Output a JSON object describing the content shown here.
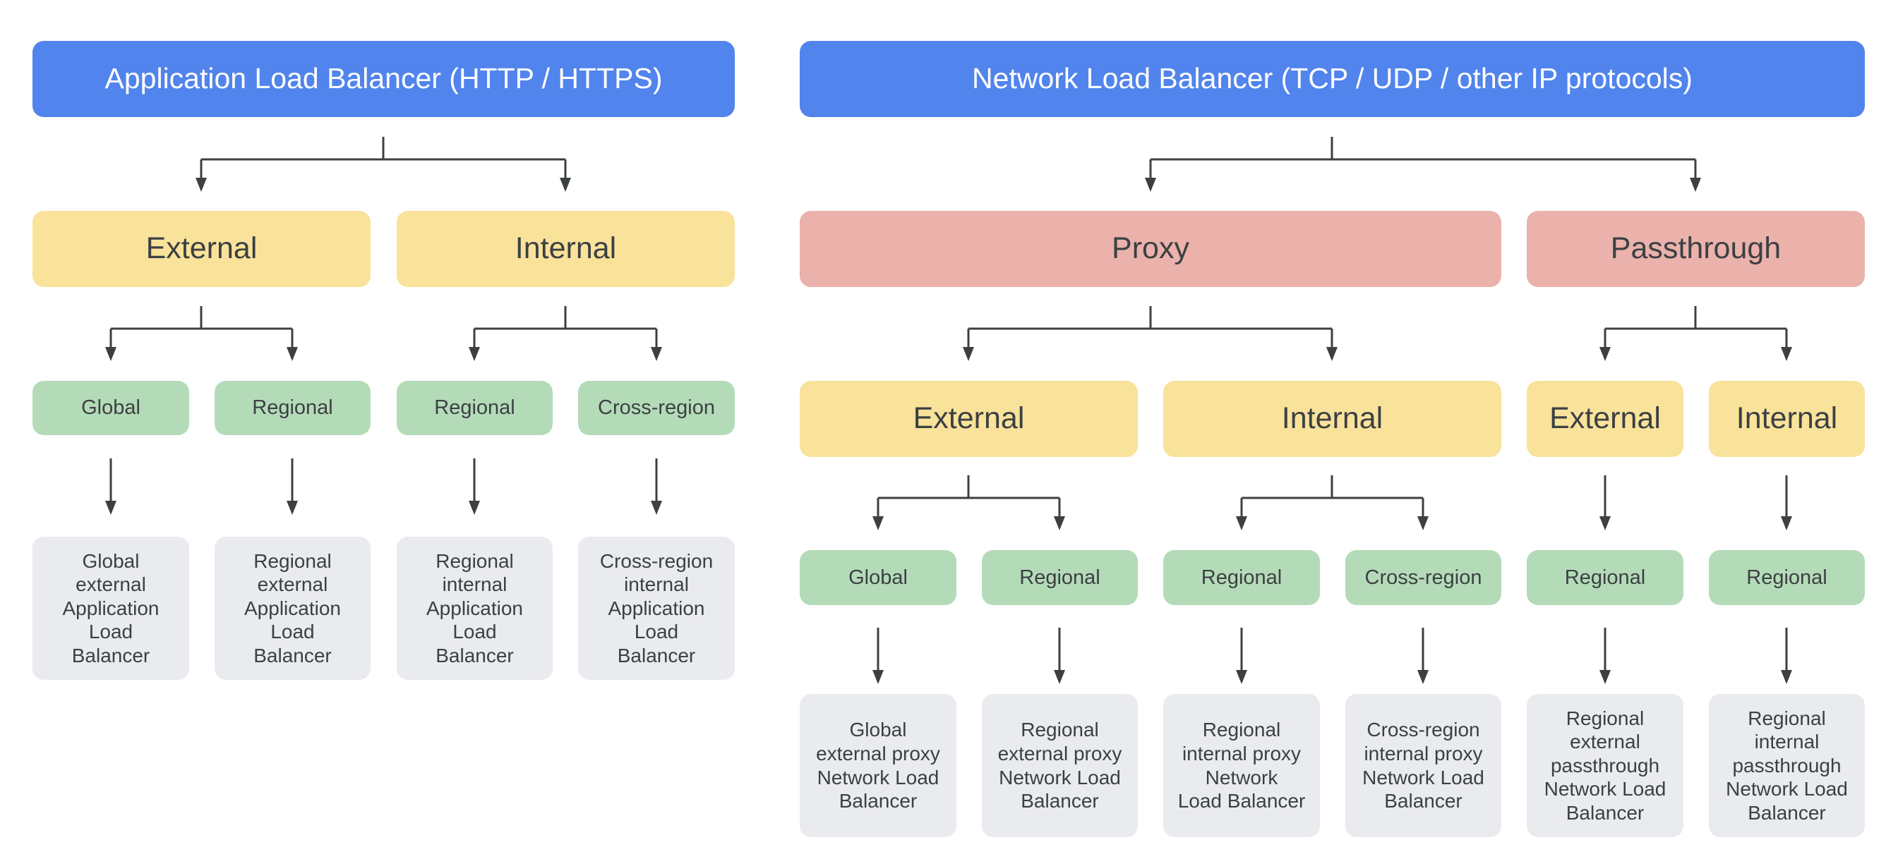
{
  "alb": {
    "title": "Application Load Balancer (HTTP / HTTPS)",
    "external": {
      "label": "External",
      "global": {
        "label": "Global",
        "product": "Global\nexternal\nApplication\nLoad\nBalancer"
      },
      "regional": {
        "label": "Regional",
        "product": "Regional\nexternal\nApplication\nLoad\nBalancer"
      }
    },
    "internal": {
      "label": "Internal",
      "regional": {
        "label": "Regional",
        "product": "Regional\ninternal\nApplication\nLoad\nBalancer"
      },
      "cross_region": {
        "label": "Cross-region",
        "product": "Cross-region\ninternal\nApplication\nLoad\nBalancer"
      }
    }
  },
  "nlb": {
    "title": "Network Load Balancer (TCP / UDP / other IP protocols)",
    "proxy": {
      "label": "Proxy",
      "external": {
        "label": "External",
        "global": {
          "label": "Global",
          "product": "Global\nexternal proxy\nNetwork Load\nBalancer"
        },
        "regional": {
          "label": "Regional",
          "product": "Regional\nexternal proxy\nNetwork Load\nBalancer"
        }
      },
      "internal": {
        "label": "Internal",
        "regional": {
          "label": "Regional",
          "product": "Regional\ninternal proxy\nNetwork\nLoad Balancer"
        },
        "cross_region": {
          "label": "Cross-region",
          "product": "Cross-region\ninternal proxy\nNetwork Load\nBalancer"
        }
      }
    },
    "passthrough": {
      "label": "Passthrough",
      "external": {
        "label": "External",
        "regional": {
          "label": "Regional",
          "product": "Regional\nexternal\npassthrough\nNetwork Load\nBalancer"
        }
      },
      "internal": {
        "label": "Internal",
        "regional": {
          "label": "Regional",
          "product": "Regional\ninternal\npassthrough\nNetwork Load\nBalancer"
        }
      }
    }
  },
  "colors": {
    "protocol_box": "#5184ec",
    "scheme_box": "#f9e29a",
    "mode_box": "#ebb1ab",
    "scope_box": "#b4dbb8",
    "product_box": "#eaebee",
    "connector": "#3c4043",
    "text": "#3c4043"
  }
}
